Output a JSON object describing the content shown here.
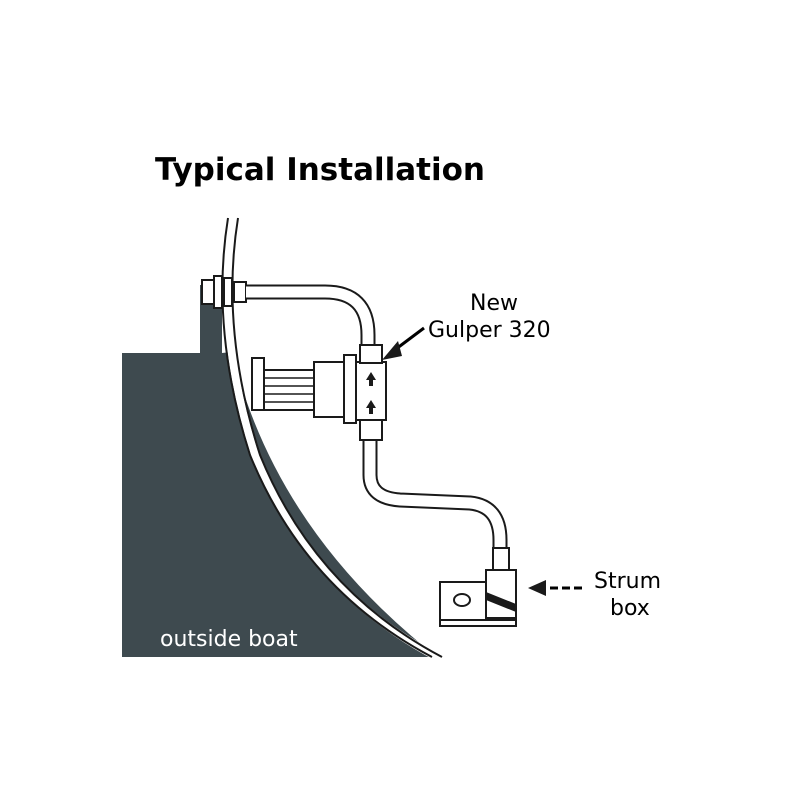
{
  "title": "Typical Installation",
  "labels": {
    "pump_line1": "New",
    "pump_line2": "Gulper 320",
    "strum_line1": "Strum",
    "strum_line2": "box",
    "outside": "outside boat"
  },
  "colors": {
    "hull": "#3e4a4f",
    "line": "#1a1a1a",
    "background": "#ffffff"
  }
}
